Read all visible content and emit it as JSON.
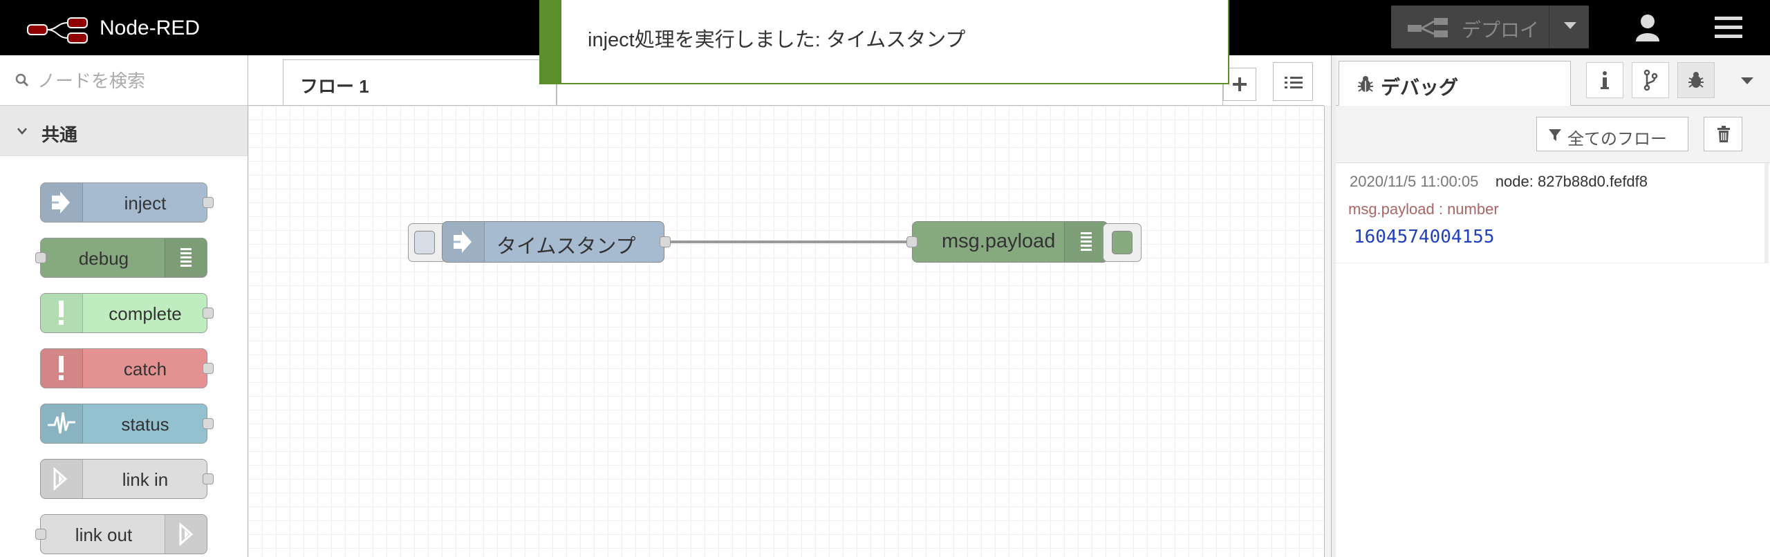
{
  "header": {
    "title": "Node-RED",
    "deploy_label": "デプロイ",
    "icons": [
      "node-red-logo",
      "deploy-icon",
      "user-icon",
      "menu-icon"
    ]
  },
  "notification": {
    "text": "inject処理を実行しました: タイムスタンプ",
    "accent_color": "#5a8f2c"
  },
  "palette": {
    "search_placeholder": "ノードを検索",
    "category": "共通",
    "nodes": [
      {
        "label": "inject",
        "color": "#a6bbcf"
      },
      {
        "label": "debug",
        "color": "#87a980"
      },
      {
        "label": "complete",
        "color": "#c0edc0"
      },
      {
        "label": "catch",
        "color": "#e49191"
      },
      {
        "label": "status",
        "color": "#94c1d0"
      },
      {
        "label": "link in",
        "color": "#dddddd"
      },
      {
        "label": "link out",
        "color": "#dddddd"
      }
    ]
  },
  "workspace": {
    "tab_label": "フロー 1",
    "nodes": [
      {
        "label": "タイムスタンプ",
        "type": "inject",
        "color": "#a6bbcf"
      },
      {
        "label": "msg.payload",
        "type": "debug",
        "color": "#87a980"
      }
    ]
  },
  "sidebar": {
    "tab_label": "デバッグ",
    "filter_label": "全てのフロー",
    "message": {
      "timestamp": "2020/11/5 11:00:05",
      "node": "node: 827b88d0.fefdf8",
      "type": "msg.payload : number",
      "value": "1604574004155"
    }
  }
}
